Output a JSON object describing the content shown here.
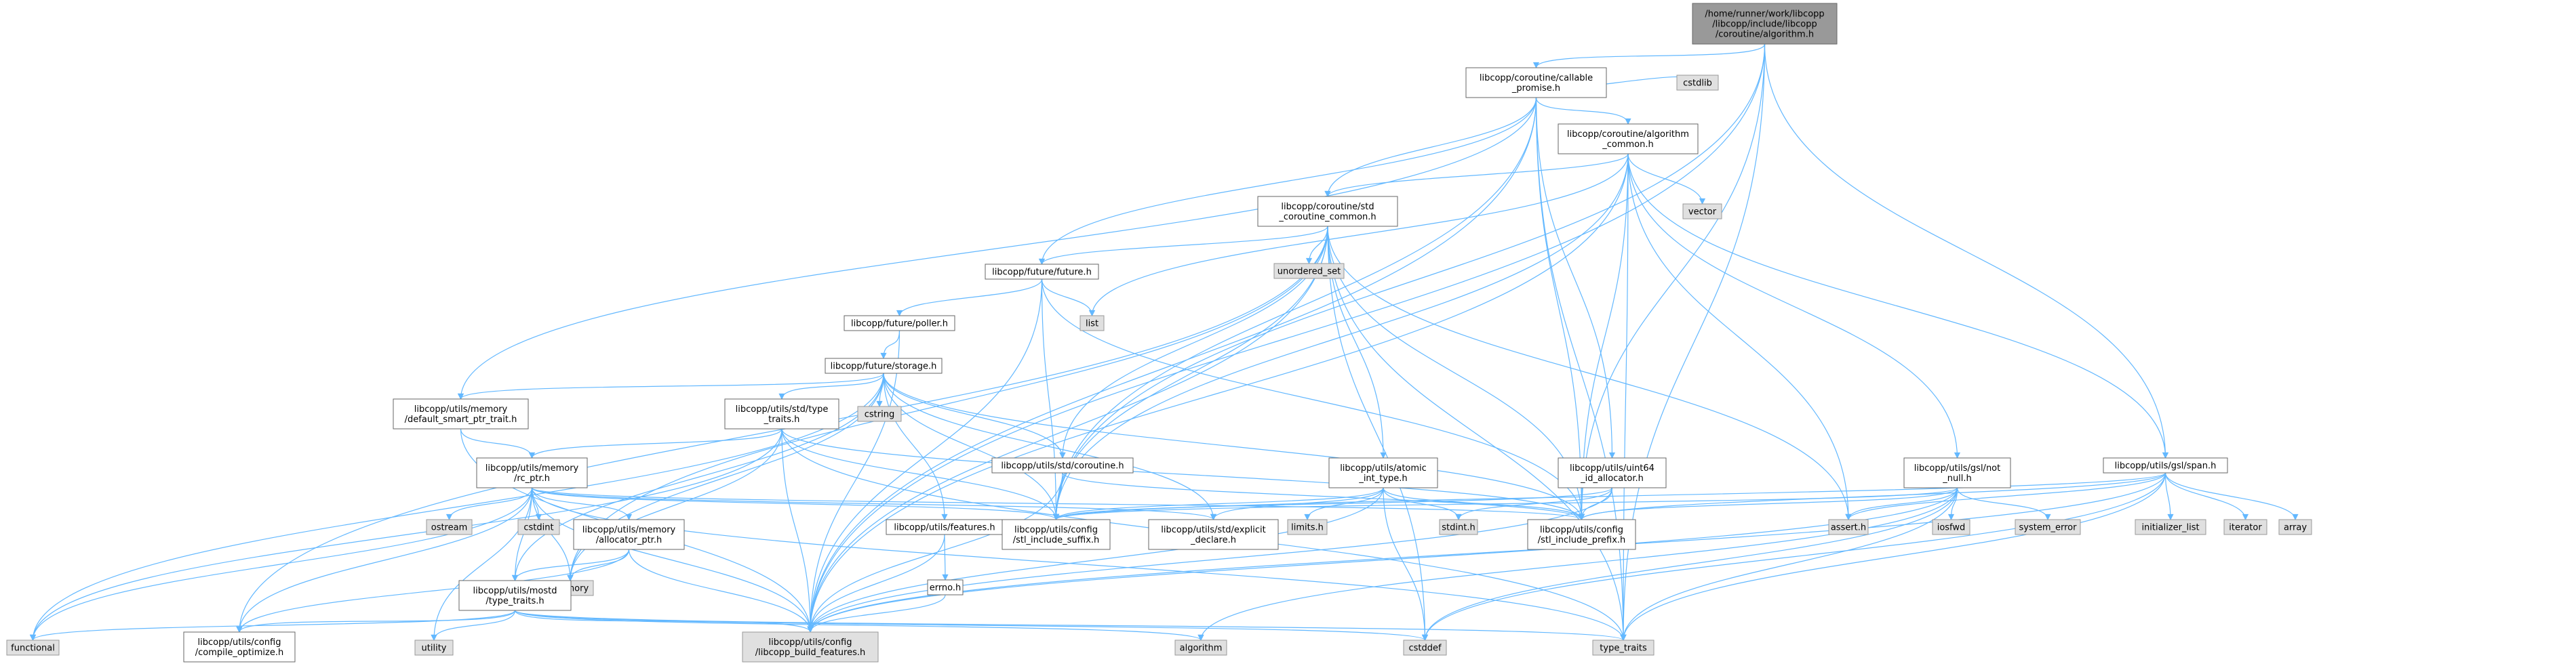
{
  "edge_color": "#63b8ff",
  "node_colors": {
    "root": "#999999",
    "documented": "#ffffff",
    "external": "#e0e0e0",
    "border": "#666666"
  },
  "nodes": [
    {
      "id": "root",
      "kind": "root",
      "label": [
        "/home/runner/work/libcopp",
        "/libcopp/include/libcopp",
        "/coroutine/algorithm.h"
      ]
    },
    {
      "id": "callable_promise",
      "kind": "doc",
      "label": [
        "libcopp/coroutine/callable",
        "_promise.h"
      ]
    },
    {
      "id": "cstdlib",
      "kind": "ext",
      "label": [
        "cstdlib"
      ]
    },
    {
      "id": "algorithm_common",
      "kind": "doc",
      "label": [
        "libcopp/coroutine/algorithm",
        "_common.h"
      ]
    },
    {
      "id": "vector",
      "kind": "ext",
      "label": [
        "vector"
      ]
    },
    {
      "id": "std_coroutine_common",
      "kind": "doc",
      "label": [
        "libcopp/coroutine/std",
        "_coroutine_common.h"
      ]
    },
    {
      "id": "unordered_set",
      "kind": "ext",
      "label": [
        "unordered_set"
      ]
    },
    {
      "id": "future",
      "kind": "doc",
      "label": [
        "libcopp/future/future.h"
      ]
    },
    {
      "id": "list",
      "kind": "ext",
      "label": [
        "list"
      ]
    },
    {
      "id": "poller",
      "kind": "doc",
      "label": [
        "libcopp/future/poller.h"
      ]
    },
    {
      "id": "storage",
      "kind": "doc",
      "label": [
        "libcopp/future/storage.h"
      ]
    },
    {
      "id": "cstring",
      "kind": "ext",
      "label": [
        "cstring"
      ]
    },
    {
      "id": "default_smart_ptr",
      "kind": "doc",
      "label": [
        "libcopp/utils/memory",
        "/default_smart_ptr_trait.h"
      ]
    },
    {
      "id": "std_type_traits",
      "kind": "doc",
      "label": [
        "libcopp/utils/std/type",
        "_traits.h"
      ]
    },
    {
      "id": "rc_ptr",
      "kind": "doc",
      "label": [
        "libcopp/utils/memory",
        "/rc_ptr.h"
      ]
    },
    {
      "id": "std_coroutine",
      "kind": "doc",
      "label": [
        "libcopp/utils/std/coroutine.h"
      ]
    },
    {
      "id": "atomic_int_type",
      "kind": "doc",
      "label": [
        "libcopp/utils/atomic",
        "_int_type.h"
      ]
    },
    {
      "id": "uint64_id_allocator",
      "kind": "doc",
      "label": [
        "libcopp/utils/uint64",
        "_id_allocator.h"
      ]
    },
    {
      "id": "gsl_not_null",
      "kind": "doc",
      "label": [
        "libcopp/utils/gsl/not",
        "_null.h"
      ]
    },
    {
      "id": "gsl_span",
      "kind": "doc",
      "label": [
        "libcopp/utils/gsl/span.h"
      ]
    },
    {
      "id": "ostream",
      "kind": "ext",
      "label": [
        "ostream"
      ]
    },
    {
      "id": "cstdint",
      "kind": "ext",
      "label": [
        "cstdint"
      ]
    },
    {
      "id": "allocator_ptr",
      "kind": "doc",
      "label": [
        "libcopp/utils/memory",
        "/allocator_ptr.h"
      ]
    },
    {
      "id": "features",
      "kind": "doc",
      "label": [
        "libcopp/utils/features.h"
      ]
    },
    {
      "id": "errno",
      "kind": "doc",
      "label": [
        "errno.h"
      ]
    },
    {
      "id": "stl_include_suffix",
      "kind": "doc",
      "label": [
        "libcopp/utils/config",
        "/stl_include_suffix.h"
      ]
    },
    {
      "id": "explicit_declare",
      "kind": "doc",
      "label": [
        "libcopp/utils/std/explicit",
        "_declare.h"
      ]
    },
    {
      "id": "limits",
      "kind": "ext",
      "label": [
        "limits.h"
      ]
    },
    {
      "id": "stdint",
      "kind": "ext",
      "label": [
        "stdint.h"
      ]
    },
    {
      "id": "stl_include_prefix",
      "kind": "doc",
      "label": [
        "libcopp/utils/config",
        "/stl_include_prefix.h"
      ]
    },
    {
      "id": "assert",
      "kind": "ext",
      "label": [
        "assert.h"
      ]
    },
    {
      "id": "iosfwd",
      "kind": "ext",
      "label": [
        "iosfwd"
      ]
    },
    {
      "id": "system_error",
      "kind": "ext",
      "label": [
        "system_error"
      ]
    },
    {
      "id": "initializer_list",
      "kind": "ext",
      "label": [
        "initializer_list"
      ]
    },
    {
      "id": "iterator",
      "kind": "ext",
      "label": [
        "iterator"
      ]
    },
    {
      "id": "array",
      "kind": "ext",
      "label": [
        "array"
      ]
    },
    {
      "id": "memory",
      "kind": "ext",
      "label": [
        "memory"
      ]
    },
    {
      "id": "mostd_type_traits",
      "kind": "doc",
      "label": [
        "libcopp/utils/mostd",
        "/type_traits.h"
      ]
    },
    {
      "id": "functional",
      "kind": "ext",
      "label": [
        "functional"
      ]
    },
    {
      "id": "compile_optimize",
      "kind": "doc",
      "label": [
        "libcopp/utils/config",
        "/compile_optimize.h"
      ]
    },
    {
      "id": "utility",
      "kind": "ext",
      "label": [
        "utility"
      ]
    },
    {
      "id": "libcopp_build_features",
      "kind": "ext",
      "label": [
        "libcopp/utils/config",
        "/libcopp_build_features.h"
      ]
    },
    {
      "id": "algorithm",
      "kind": "ext",
      "label": [
        "algorithm"
      ]
    },
    {
      "id": "cstddef",
      "kind": "ext",
      "label": [
        "cstddef"
      ]
    },
    {
      "id": "type_traits",
      "kind": "ext",
      "label": [
        "type_traits"
      ]
    }
  ],
  "edges": [
    [
      "root",
      "callable_promise"
    ],
    [
      "root",
      "stl_include_prefix"
    ],
    [
      "root",
      "stl_include_suffix"
    ],
    [
      "root",
      "gsl_span"
    ],
    [
      "root",
      "type_traits"
    ],
    [
      "root",
      "libcopp_build_features"
    ],
    [
      "callable_promise",
      "cstdlib"
    ],
    [
      "callable_promise",
      "algorithm_common"
    ],
    [
      "callable_promise",
      "std_coroutine_common"
    ],
    [
      "callable_promise",
      "future"
    ],
    [
      "callable_promise",
      "default_smart_ptr"
    ],
    [
      "callable_promise",
      "uint64_id_allocator"
    ],
    [
      "callable_promise",
      "stl_include_prefix"
    ],
    [
      "callable_promise",
      "stl_include_suffix"
    ],
    [
      "callable_promise",
      "type_traits"
    ],
    [
      "callable_promise",
      "libcopp_build_features"
    ],
    [
      "algorithm_common",
      "vector"
    ],
    [
      "algorithm_common",
      "std_coroutine_common"
    ],
    [
      "algorithm_common",
      "list"
    ],
    [
      "algorithm_common",
      "gsl_not_null"
    ],
    [
      "algorithm_common",
      "gsl_span"
    ],
    [
      "algorithm_common",
      "assert"
    ],
    [
      "algorithm_common",
      "stl_include_prefix"
    ],
    [
      "algorithm_common",
      "stl_include_suffix"
    ],
    [
      "algorithm_common",
      "type_traits"
    ],
    [
      "algorithm_common",
      "libcopp_build_features"
    ],
    [
      "std_coroutine_common",
      "unordered_set"
    ],
    [
      "std_coroutine_common",
      "future"
    ],
    [
      "std_coroutine_common",
      "std_coroutine"
    ],
    [
      "std_coroutine_common",
      "atomic_int_type"
    ],
    [
      "std_coroutine_common",
      "memory"
    ],
    [
      "std_coroutine_common",
      "compile_optimize"
    ],
    [
      "std_coroutine_common",
      "stl_include_prefix"
    ],
    [
      "std_coroutine_common",
      "stl_include_suffix"
    ],
    [
      "std_coroutine_common",
      "assert"
    ],
    [
      "std_coroutine_common",
      "cstddef"
    ],
    [
      "std_coroutine_common",
      "type_traits"
    ],
    [
      "std_coroutine_common",
      "libcopp_build_features"
    ],
    [
      "future",
      "list"
    ],
    [
      "future",
      "poller"
    ],
    [
      "future",
      "stl_include_prefix"
    ],
    [
      "future",
      "stl_include_suffix"
    ],
    [
      "future",
      "libcopp_build_features"
    ],
    [
      "poller",
      "storage"
    ],
    [
      "poller",
      "libcopp_build_features"
    ],
    [
      "storage",
      "cstring"
    ],
    [
      "storage",
      "default_smart_ptr"
    ],
    [
      "storage",
      "std_type_traits"
    ],
    [
      "storage",
      "std_coroutine"
    ],
    [
      "storage",
      "features"
    ],
    [
      "storage",
      "explicit_declare"
    ],
    [
      "storage",
      "memory"
    ],
    [
      "storage",
      "functional"
    ],
    [
      "storage",
      "mostd_type_traits"
    ],
    [
      "storage",
      "stl_include_prefix"
    ],
    [
      "storage",
      "stl_include_suffix"
    ],
    [
      "default_smart_ptr",
      "rc_ptr"
    ],
    [
      "default_smart_ptr",
      "libcopp_build_features"
    ],
    [
      "std_type_traits",
      "rc_ptr"
    ],
    [
      "std_type_traits",
      "memory"
    ],
    [
      "std_type_traits",
      "stl_include_prefix"
    ],
    [
      "std_type_traits",
      "stl_include_suffix"
    ],
    [
      "std_type_traits",
      "type_traits"
    ],
    [
      "std_type_traits",
      "libcopp_build_features"
    ],
    [
      "std_type_traits",
      "functional"
    ],
    [
      "rc_ptr",
      "ostream"
    ],
    [
      "rc_ptr",
      "cstdint"
    ],
    [
      "rc_ptr",
      "allocator_ptr"
    ],
    [
      "rc_ptr",
      "mostd_type_traits"
    ],
    [
      "rc_ptr",
      "memory"
    ],
    [
      "rc_ptr",
      "functional"
    ],
    [
      "rc_ptr",
      "utility"
    ],
    [
      "rc_ptr",
      "compile_optimize"
    ],
    [
      "rc_ptr",
      "stl_include_prefix"
    ],
    [
      "rc_ptr",
      "stl_include_suffix"
    ],
    [
      "rc_ptr",
      "explicit_declare"
    ],
    [
      "rc_ptr",
      "libcopp_build_features"
    ],
    [
      "rc_ptr",
      "type_traits"
    ],
    [
      "allocator_ptr",
      "memory"
    ],
    [
      "allocator_ptr",
      "mostd_type_traits"
    ],
    [
      "allocator_ptr",
      "compile_optimize"
    ],
    [
      "allocator_ptr",
      "libcopp_build_features"
    ],
    [
      "std_coroutine",
      "stl_include_prefix"
    ],
    [
      "std_coroutine",
      "stl_include_suffix"
    ],
    [
      "std_coroutine",
      "libcopp_build_features"
    ],
    [
      "atomic_int_type",
      "limits"
    ],
    [
      "atomic_int_type",
      "stdint"
    ],
    [
      "atomic_int_type",
      "stl_include_prefix"
    ],
    [
      "atomic_int_type",
      "stl_include_suffix"
    ],
    [
      "atomic_int_type",
      "explicit_declare"
    ],
    [
      "atomic_int_type",
      "cstddef"
    ],
    [
      "atomic_int_type",
      "libcopp_build_features"
    ],
    [
      "uint64_id_allocator",
      "stdint"
    ],
    [
      "uint64_id_allocator",
      "stl_include_prefix"
    ],
    [
      "uint64_id_allocator",
      "stl_include_suffix"
    ],
    [
      "uint64_id_allocator",
      "libcopp_build_features"
    ],
    [
      "gsl_not_null",
      "iosfwd"
    ],
    [
      "gsl_not_null",
      "system_error"
    ],
    [
      "gsl_not_null",
      "assert"
    ],
    [
      "gsl_not_null",
      "stl_include_prefix"
    ],
    [
      "gsl_not_null",
      "stl_include_suffix"
    ],
    [
      "gsl_not_null",
      "algorithm"
    ],
    [
      "gsl_not_null",
      "cstddef"
    ],
    [
      "gsl_not_null",
      "type_traits"
    ],
    [
      "gsl_not_null",
      "libcopp_build_features"
    ],
    [
      "gsl_span",
      "initializer_list"
    ],
    [
      "gsl_span",
      "iterator"
    ],
    [
      "gsl_span",
      "array"
    ],
    [
      "gsl_span",
      "assert"
    ],
    [
      "gsl_span",
      "stl_include_prefix"
    ],
    [
      "gsl_span",
      "stl_include_suffix"
    ],
    [
      "gsl_span",
      "cstddef"
    ],
    [
      "gsl_span",
      "type_traits"
    ],
    [
      "gsl_span",
      "libcopp_build_features"
    ],
    [
      "features",
      "errno"
    ],
    [
      "features",
      "libcopp_build_features"
    ],
    [
      "errno",
      "libcopp_build_features"
    ],
    [
      "mostd_type_traits",
      "functional"
    ],
    [
      "mostd_type_traits",
      "utility"
    ],
    [
      "mostd_type_traits",
      "compile_optimize"
    ],
    [
      "mostd_type_traits",
      "libcopp_build_features"
    ],
    [
      "mostd_type_traits",
      "algorithm"
    ],
    [
      "mostd_type_traits",
      "cstddef"
    ],
    [
      "mostd_type_traits",
      "type_traits"
    ]
  ]
}
